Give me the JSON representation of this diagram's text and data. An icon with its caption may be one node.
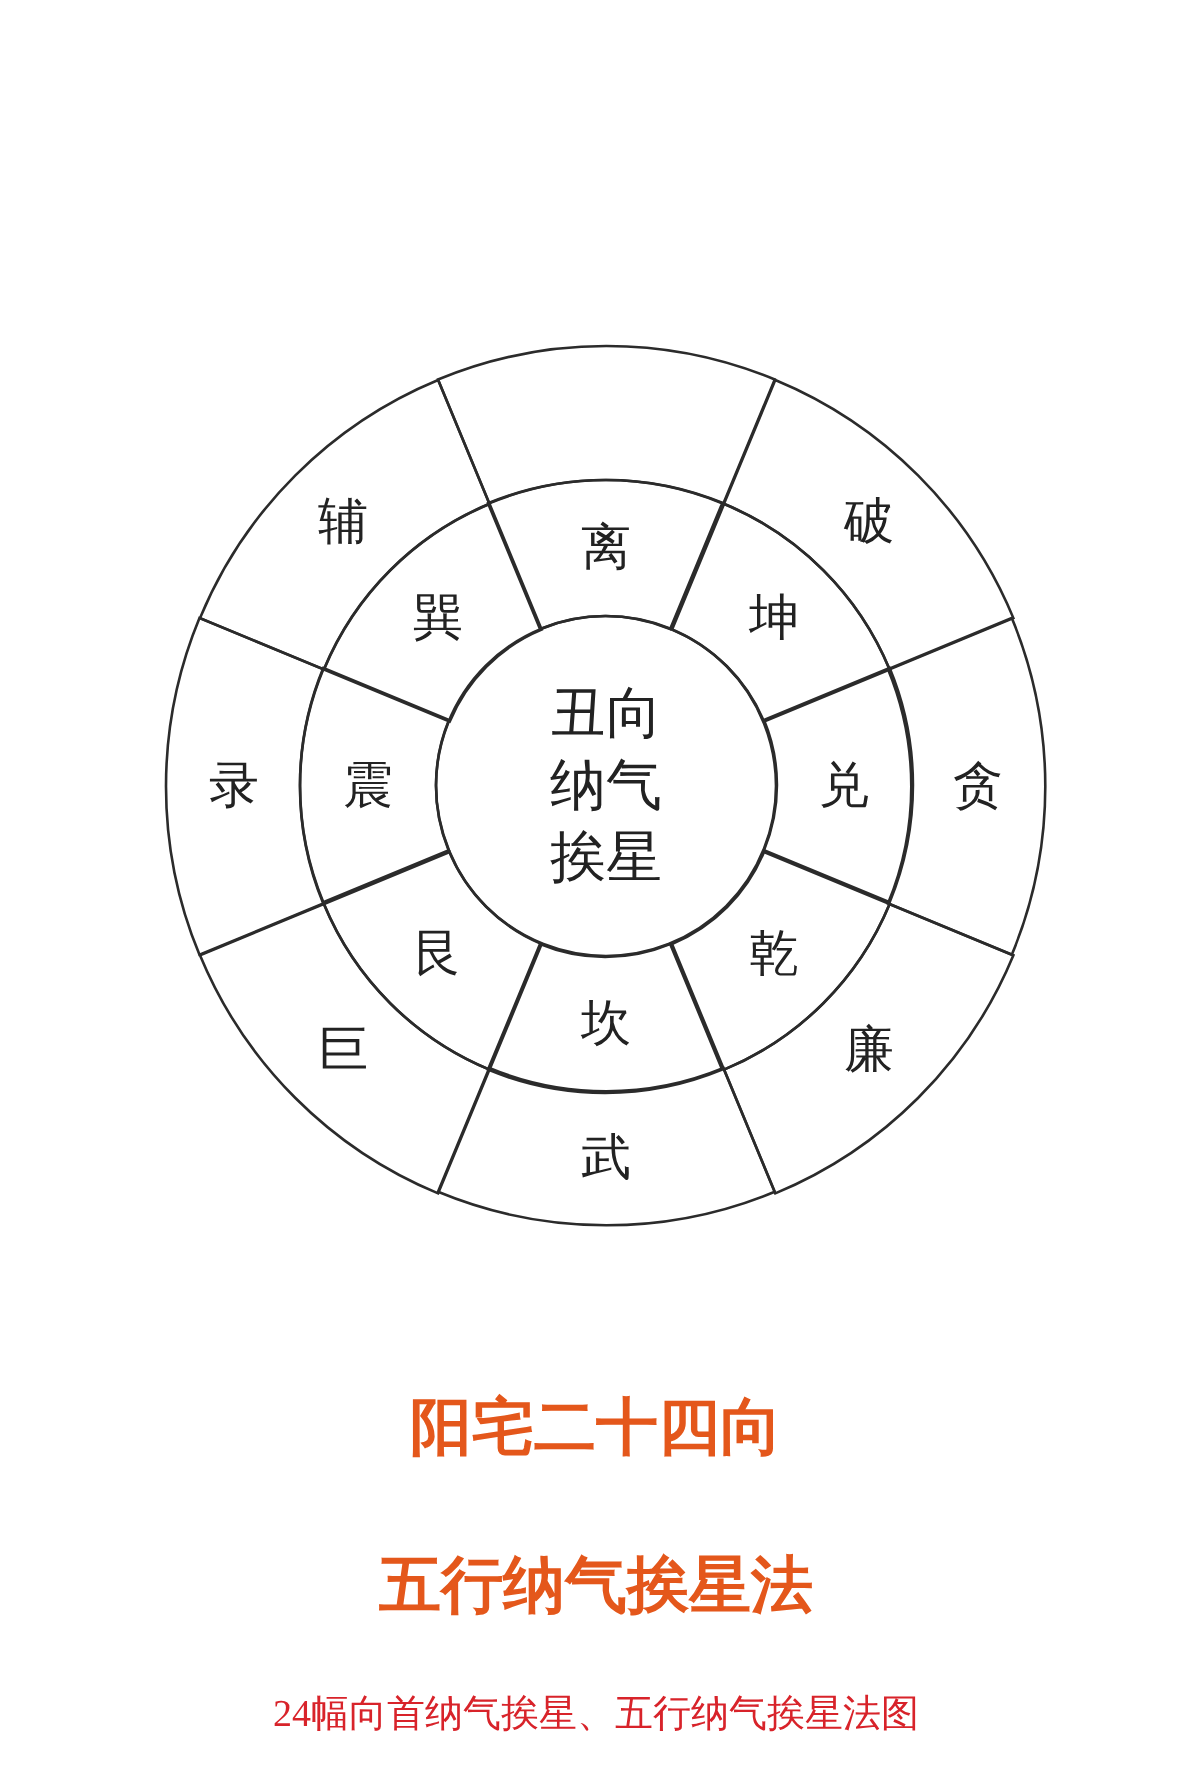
{
  "diagram": {
    "title": "阳宅二十四向",
    "caption": "24幅向首纳气挨星、五行纳气挨星法图",
    "nodes": [
      {
        "text": [
          "丑向纳气挨星"
        ]
      },
      {
        "text": [
          "离"
        ]
      },
      {
        "text": [
          "坤"
        ]
      },
      {
        "text": [
          "兑"
        ]
      },
      {
        "text": [
          "乾"
        ]
      },
      {
        "text": [
          "坎"
        ]
      },
      {
        "text": [
          "艮"
        ]
      },
      {
        "text": [
          "震"
        ]
      },
      {
        "text": [
          "巽"
        ]
      },
      {
        "text": [],
        "shape": "sector"
      },
      {
        "text": [
          "破"
        ]
      },
      {
        "text": [
          "贪"
        ]
      },
      {
        "text": [
          "廉"
        ]
      },
      {
        "text": [
          "武"
        ]
      },
      {
        "text": [
          "巨"
        ]
      },
      {
        "text": [
          "录"
        ]
      },
      {
        "text": [
          "辅"
        ]
      }
    ],
    "labels": [
      "五行纳气挨星法"
    ]
  }
}
